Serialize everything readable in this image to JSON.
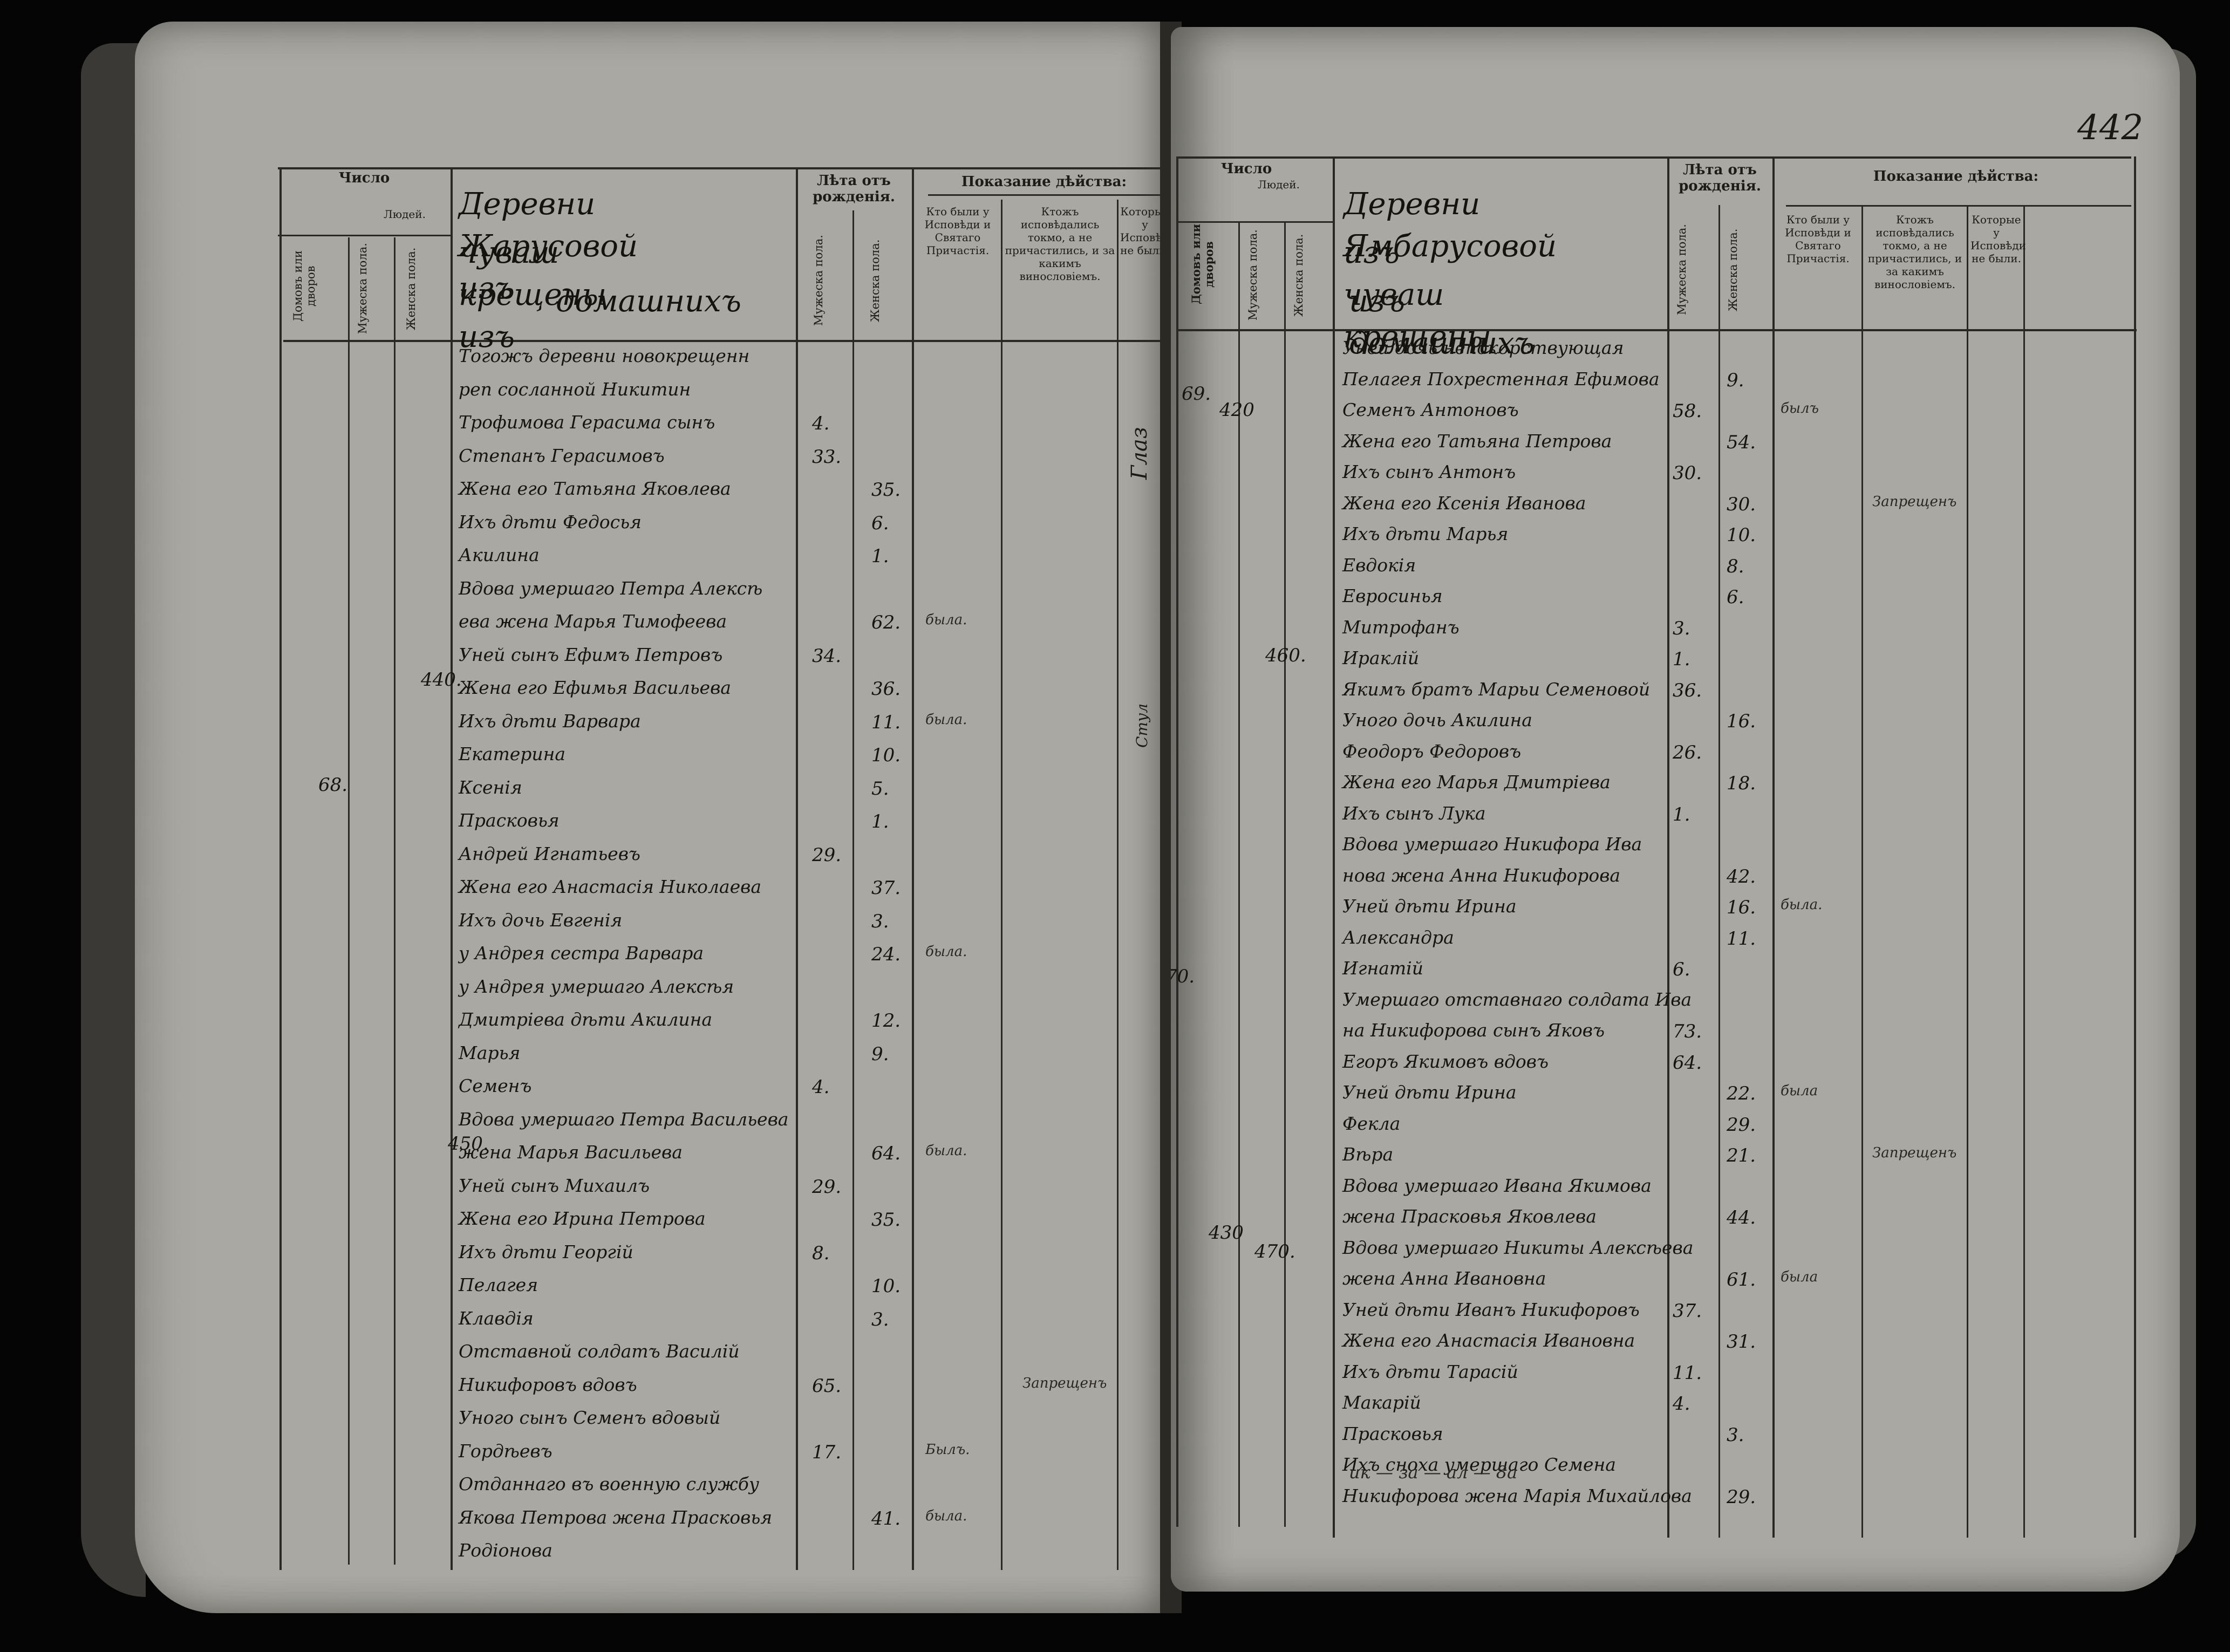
{
  "left_page": {
    "header": {
      "chislo": "Число",
      "lyudey": "Людей.",
      "domov": "Домовъ или дворов",
      "muzheska": "Мужеска пола.",
      "zhenska": "Женска пола.",
      "leta": "Лѣта отъ рожденія.",
      "leta_m": "Мужеска пола.",
      "leta_z": "Женска пола.",
      "pokazanie": "Показание дѣйства:",
      "kto_byli": "Кто были у Исповѣди и Святаго Причастія.",
      "kto_zh": "Ктожъ исповѣдались токмо, а не причастились, и за какимъ винословіемъ.",
      "kotorye": "Которые у Исповѣди не были."
    },
    "title": [
      "Деревни Жарусовой изъ",
      "чуваш крещены изъ",
      "домашнихъ"
    ],
    "rows": [
      {
        "name": "Тогожъ деревни новокрещенн",
        "m": "",
        "f": "",
        "note": ""
      },
      {
        "name": "реп сосланной Никитин",
        "m": "",
        "f": "",
        "note": ""
      },
      {
        "name": "Трофимова Герасима сынъ",
        "m": "4.",
        "f": "",
        "note": ""
      },
      {
        "name": "Степанъ Герасимовъ",
        "m": "33.",
        "f": "",
        "note": ""
      },
      {
        "name": "Жена его Татьяна Яковлева",
        "m": "",
        "f": "35.",
        "note": ""
      },
      {
        "name": "Ихъ дѣти Федосья",
        "m": "",
        "f": "6.",
        "note": ""
      },
      {
        "name": "Акилина",
        "m": "",
        "f": "1.",
        "note": ""
      },
      {
        "name": "Вдова умершаго Петра Алексѣ",
        "m": "",
        "f": "",
        "note": ""
      },
      {
        "name": "ева жена Марья Тимофеева",
        "m": "",
        "f": "62.",
        "note": "была."
      },
      {
        "name": "Уней сынъ Ефимъ Петровъ",
        "m": "34.",
        "f": "",
        "note": ""
      },
      {
        "name": "Жена его Ефимья Васильева",
        "m": "",
        "f": "36.",
        "note": ""
      },
      {
        "name": "Ихъ дѣти Варвара",
        "m": "",
        "f": "11.",
        "note": "была."
      },
      {
        "name": "Екатерина",
        "m": "",
        "f": "10.",
        "note": ""
      },
      {
        "name": "Ксенія",
        "m": "",
        "f": "5.",
        "note": ""
      },
      {
        "name": "Прасковья",
        "m": "",
        "f": "1.",
        "note": ""
      },
      {
        "name": "Андрей Игнатьевъ",
        "m": "29.",
        "f": "",
        "note": ""
      },
      {
        "name": "Жена его Анастасія Николаева",
        "m": "",
        "f": "37.",
        "note": ""
      },
      {
        "name": "Ихъ дочь Евгенія",
        "m": "",
        "f": "3.",
        "note": ""
      },
      {
        "name": "у Андрея сестра Варвара",
        "m": "",
        "f": "24.",
        "note": "была."
      },
      {
        "name": "у Андрея умершаго Алексѣя",
        "m": "",
        "f": "",
        "note": ""
      },
      {
        "name": "Дмитріева дѣти Акилина",
        "m": "",
        "f": "12.",
        "note": ""
      },
      {
        "name": "Марья",
        "m": "",
        "f": "9.",
        "note": ""
      },
      {
        "name": "Семенъ",
        "m": "4.",
        "f": "",
        "note": ""
      },
      {
        "name": "Вдова умершаго Петра Васильева",
        "m": "",
        "f": "",
        "note": ""
      },
      {
        "name": "жена Марья Васильева",
        "m": "",
        "f": "64.",
        "note": "была."
      },
      {
        "name": "Уней сынъ Михаилъ",
        "m": "29.",
        "f": "",
        "note": ""
      },
      {
        "name": "Жена его Ирина Петрова",
        "m": "",
        "f": "35.",
        "note": ""
      },
      {
        "name": "Ихъ дѣти Георгій",
        "m": "8.",
        "f": "",
        "note": ""
      },
      {
        "name": "Пелагея",
        "m": "",
        "f": "10.",
        "note": ""
      },
      {
        "name": "Клавдія",
        "m": "",
        "f": "3.",
        "note": ""
      },
      {
        "name": "Отставной солдатъ Василій",
        "m": "",
        "f": "",
        "note": ""
      },
      {
        "name": "Никифоровъ вдовъ",
        "m": "65.",
        "f": "",
        "note": "Запрещенъ"
      },
      {
        "name": "Уного сынъ Семенъ вдовый",
        "m": "",
        "f": "",
        "note": ""
      },
      {
        "name": "Гордѣевъ",
        "m": "17.",
        "f": "",
        "note": "Былъ."
      },
      {
        "name": "Отданнаго въ военную службу",
        "m": "",
        "f": "",
        "note": ""
      },
      {
        "name": "Якова Петрова жена Прасковья",
        "m": "",
        "f": "41.",
        "note": "была."
      },
      {
        "name": "Родіонова",
        "m": "",
        "f": "",
        "note": ""
      }
    ],
    "side_numbers": [
      "440.",
      "68.",
      "450."
    ],
    "margin_notes": [
      "Глаз",
      "Стул"
    ]
  },
  "right_page": {
    "page_number": "442",
    "header": {
      "chislo": "Число",
      "lyudey": "Людей.",
      "domov": "Домовъ или дворов",
      "muzheska": "Мужеска пола.",
      "zhenska": "Женска пола.",
      "leta": "Лѣта отъ рожденія.",
      "leta_m": "Мужеска пола.",
      "leta_z": "Женска пола.",
      "pokazanie": "Показание дѣйства:",
      "kto_byli": "Кто были у Исповѣди и Святаго Причастія.",
      "kto_zh": "Ктожъ исповѣдались токмо, а не причастились, и за какимъ винословіемъ.",
      "kotorye": "Которые у Исповѣди не были."
    },
    "title": [
      "Деревни Ямбарусовой",
      "изъ чуваш крещены",
      "изъ домашнихъ"
    ],
    "rows": [
      {
        "name": "Уней дочь непокорствующая",
        "m": "",
        "f": "",
        "note": ""
      },
      {
        "name": "Пелагея Похрестенная Ефимова",
        "m": "",
        "f": "9.",
        "note": ""
      },
      {
        "name": "Семенъ Антоновъ",
        "m": "58.",
        "f": "",
        "note": "былъ"
      },
      {
        "name": "Жена его Татьяна Петрова",
        "m": "",
        "f": "54.",
        "note": ""
      },
      {
        "name": "Ихъ сынъ Антонъ",
        "m": "30.",
        "f": "",
        "note": ""
      },
      {
        "name": "Жена его Ксенія Иванова",
        "m": "",
        "f": "30.",
        "note": "Запрещенъ"
      },
      {
        "name": "Ихъ дѣти Марья",
        "m": "",
        "f": "10.",
        "note": ""
      },
      {
        "name": "Евдокія",
        "m": "",
        "f": "8.",
        "note": ""
      },
      {
        "name": "Евросинья",
        "m": "",
        "f": "6.",
        "note": ""
      },
      {
        "name": "Митрофанъ",
        "m": "3.",
        "f": "",
        "note": ""
      },
      {
        "name": "Ираклій",
        "m": "1.",
        "f": "",
        "note": ""
      },
      {
        "name": "Якимъ братъ Марьи Семеновой",
        "m": "36.",
        "f": "",
        "note": ""
      },
      {
        "name": "Уного дочь Акилина",
        "m": "",
        "f": "16.",
        "note": ""
      },
      {
        "name": "Феодоръ Федоровъ",
        "m": "26.",
        "f": "",
        "note": ""
      },
      {
        "name": "Жена его Марья Дмитріева",
        "m": "",
        "f": "18.",
        "note": ""
      },
      {
        "name": "Ихъ сынъ Лука",
        "m": "1.",
        "f": "",
        "note": ""
      },
      {
        "name": "Вдова умершаго Никифора Ива",
        "m": "",
        "f": "",
        "note": ""
      },
      {
        "name": "нова жена Анна Никифорова",
        "m": "",
        "f": "42.",
        "note": ""
      },
      {
        "name": "Уней дѣти Ирина",
        "m": "",
        "f": "16.",
        "note": "была."
      },
      {
        "name": "Александра",
        "m": "",
        "f": "11.",
        "note": ""
      },
      {
        "name": "Игнатій",
        "m": "6.",
        "f": "",
        "note": ""
      },
      {
        "name": "Умершаго отставнаго солдата Ива",
        "m": "",
        "f": "",
        "note": ""
      },
      {
        "name": "на Никифорова сынъ Яковъ",
        "m": "73.",
        "f": "",
        "note": ""
      },
      {
        "name": "Егоръ Якимовъ вдовъ",
        "m": "64.",
        "f": "",
        "note": ""
      },
      {
        "name": "Уней дѣти Ирина",
        "m": "",
        "f": "22.",
        "note": "была"
      },
      {
        "name": "Фекла",
        "m": "",
        "f": "29.",
        "note": ""
      },
      {
        "name": "Вѣра",
        "m": "",
        "f": "21.",
        "note": "Запрещенъ"
      },
      {
        "name": "Вдова умершаго Ивана Якимова",
        "m": "",
        "f": "",
        "note": ""
      },
      {
        "name": "жена Прасковья Яковлева",
        "m": "",
        "f": "44.",
        "note": ""
      },
      {
        "name": "Вдова умершаго Никиты Алексѣева",
        "m": "",
        "f": "",
        "note": ""
      },
      {
        "name": "жена Анна Ивановна",
        "m": "",
        "f": "61.",
        "note": "была"
      },
      {
        "name": "Уней дѣти Иванъ Никифоровъ",
        "m": "37.",
        "f": "",
        "note": ""
      },
      {
        "name": "Жена его Анастасія Ивановна",
        "m": "",
        "f": "31.",
        "note": ""
      },
      {
        "name": "Ихъ дѣти Тарасій",
        "m": "11.",
        "f": "",
        "note": ""
      },
      {
        "name": "Макарій",
        "m": "4.",
        "f": "",
        "note": ""
      },
      {
        "name": "Прасковья",
        "m": "",
        "f": "3.",
        "note": ""
      },
      {
        "name": "Ихъ сноха умершаго Семена",
        "m": "",
        "f": "",
        "note": ""
      },
      {
        "name": "Никифорова жена Марія Михайлова",
        "m": "",
        "f": "29.",
        "note": ""
      }
    ],
    "side_numbers": [
      "69.",
      "420",
      "460.",
      "70.",
      "430",
      "470."
    ],
    "footer": "ик — за — ал —    8а"
  }
}
